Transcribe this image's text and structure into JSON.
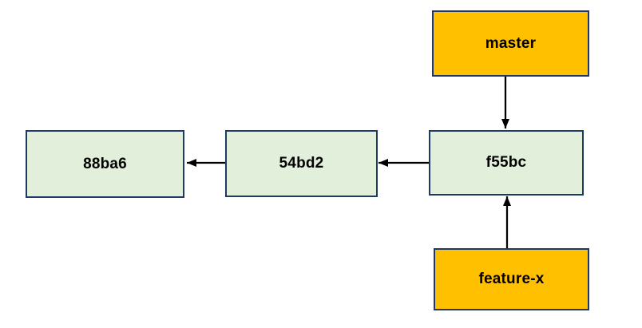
{
  "diagram": {
    "nodes": {
      "master": {
        "label": "master",
        "kind": "branch-pointer"
      },
      "feature_x": {
        "label": "feature-x",
        "kind": "branch-pointer"
      },
      "f55bc": {
        "label": "f55bc",
        "kind": "commit"
      },
      "c54bd2": {
        "label": "54bd2",
        "kind": "commit"
      },
      "c88ba6": {
        "label": "88ba6",
        "kind": "commit"
      }
    },
    "edges": [
      {
        "from": "master",
        "to": "f55bc",
        "direction": "down"
      },
      {
        "from": "feature-x",
        "to": "f55bc",
        "direction": "up"
      },
      {
        "from": "f55bc",
        "to": "54bd2",
        "direction": "left"
      },
      {
        "from": "54bd2",
        "to": "88ba6",
        "direction": "left"
      }
    ],
    "colors": {
      "branch_fill": "#FFC000",
      "commit_fill": "#E2EFDA",
      "box_border": "#1F3864",
      "arrow": "#000000",
      "text": "#000000",
      "background": "#FFFFFF"
    }
  }
}
